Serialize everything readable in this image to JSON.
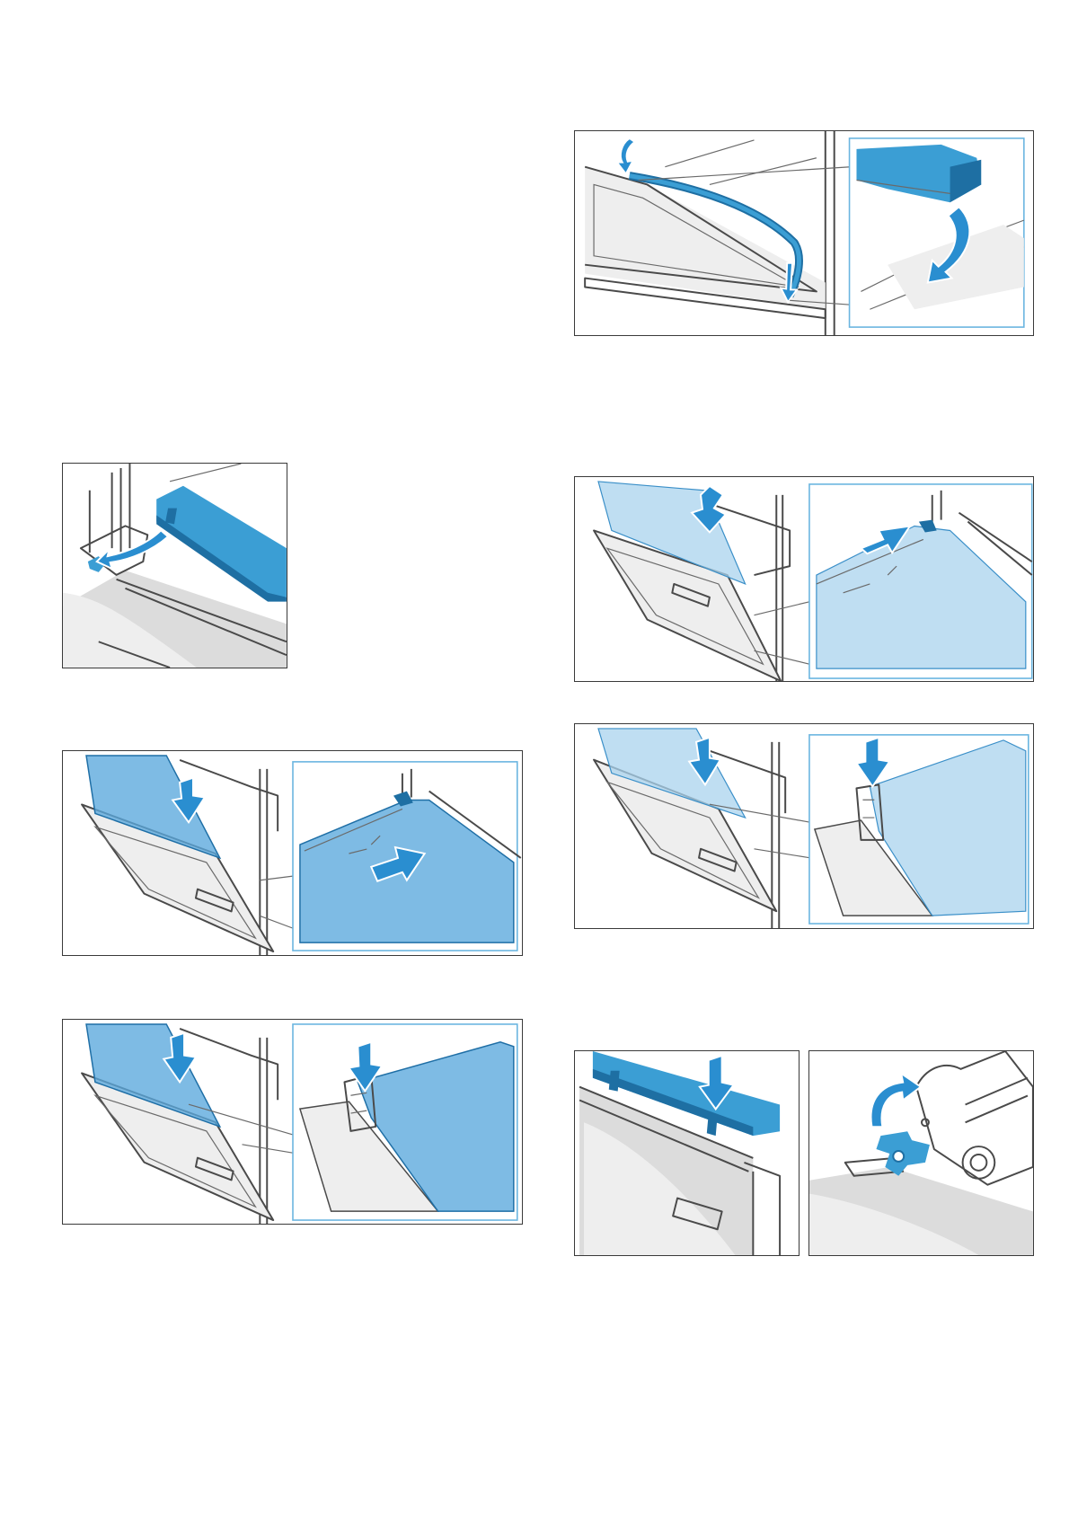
{
  "page": {
    "background": "#ffffff",
    "accent_blue": "#3b9ed4",
    "frame_color": "#3a3a3a"
  },
  "figures": [
    {
      "id": "fig-seal-strip",
      "icon": "seal-strip-bend-arrows-icon"
    },
    {
      "id": "fig-cover-strip-remove",
      "icon": "cover-strip-remove-arrow-icon"
    },
    {
      "id": "fig-inner-pane-insert",
      "icon": "inner-pane-slide-arrow-icon"
    },
    {
      "id": "fig-middle-pane-insert",
      "icon": "middle-pane-push-arrow-icon"
    },
    {
      "id": "fig-pane-press-holder-left",
      "icon": "pane-press-down-arrow-icon"
    },
    {
      "id": "fig-pane-press-holder-right",
      "icon": "pane-press-down-arrow-icon"
    },
    {
      "id": "fig-cover-strip-attach",
      "icon": "cover-strip-press-arrow-icon"
    },
    {
      "id": "fig-hinge-lever-close",
      "icon": "hinge-lever-rotate-arrow-icon"
    }
  ]
}
